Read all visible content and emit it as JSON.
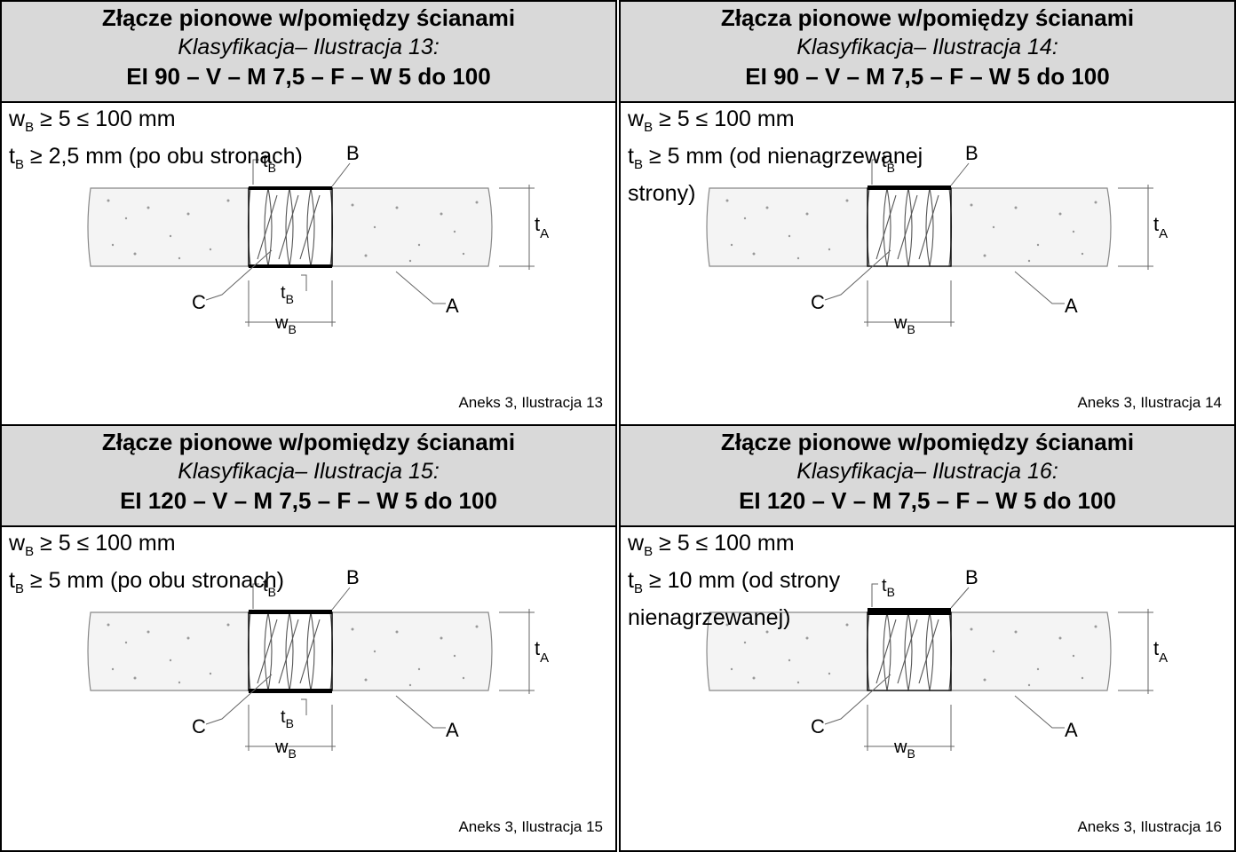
{
  "cells": [
    {
      "title": "Złącze pionowe w/pomiędzy ścianami",
      "subtitle": "Klasyfikacja– Ilustracja 13:",
      "classification": "EI 90 – V – M 7,5 – F – W 5 do 100",
      "line1": "ʷ ≥ 5 ≤ 100 mm",
      "line2": "t ≥ 2,5 mm (po obu stronach)",
      "caption": "Aneks 3, Ilustracja 13"
    },
    {
      "title": "Złącza pionowe w/pomiędzy ścianami",
      "subtitle": "Klasyfikacja– Ilustracja 14:",
      "classification": "EI 90 – V – M 7,5 – F – W 5 do 100",
      "line1": "ʷ ≥ 5 ≤ 100 mm",
      "line2": "t ≥ 5 mm (od nienagrzewanej strony)",
      "caption": "Aneks 3, Ilustracja 14"
    },
    {
      "title": "Złącze pionowe w/pomiędzy ścianami",
      "subtitle": "Klasyfikacja– Ilustracja 15:",
      "classification": "EI 120 – V – M 7,5 – F – W 5 do 100",
      "line1": "ʷ ≥ 5 ≤ 100 mm",
      "line2": "t ≥ 5 mm (po obu stronach)",
      "caption": "Aneks 3, Ilustracja 15"
    },
    {
      "title": "Złącze pionowe w/pomiędzy ścianami",
      "subtitle": "Klasyfikacja– Ilustracja 16:",
      "classification": "EI 120 – V – M 7,5 – F – W 5 do 100",
      "line1": "ʷ ≥ 5 ≤ 100 mm",
      "line2": "t ≥ 10 mm (od strony nienagrzewanej)",
      "caption": "Aneks 3, Ilustracja 16"
    }
  ],
  "texts": {
    "w_prefix": "w",
    "t_prefix": "t",
    "sub_b": "B",
    "c1_l1_rest": " ≥ 5 ≤ 100 mm",
    "c1_l2_rest": " ≥ 2,5 mm (po obu stronach)",
    "c2_l1_rest": " ≥ 5 ≤ 100 mm",
    "c2_l2_rest": " ≥ 5 mm (od nienagrzewanej",
    "c2_l3": "strony)",
    "c3_l1_rest": " ≥ 5 ≤ 100 mm",
    "c3_l2_rest": " ≥ 5 mm (po obu stronach)",
    "c4_l1_rest": " ≥ 5 ≤ 100 mm",
    "c4_l2_rest": " ≥ 10 mm (od strony",
    "c4_l3": "nienagrzewanej)"
  },
  "labels": {
    "A": "A",
    "B": "B",
    "C": "C",
    "t": "t",
    "w": "w",
    "tA_sub": "A",
    "tB_sub": "B",
    "wB_sub": "B"
  }
}
